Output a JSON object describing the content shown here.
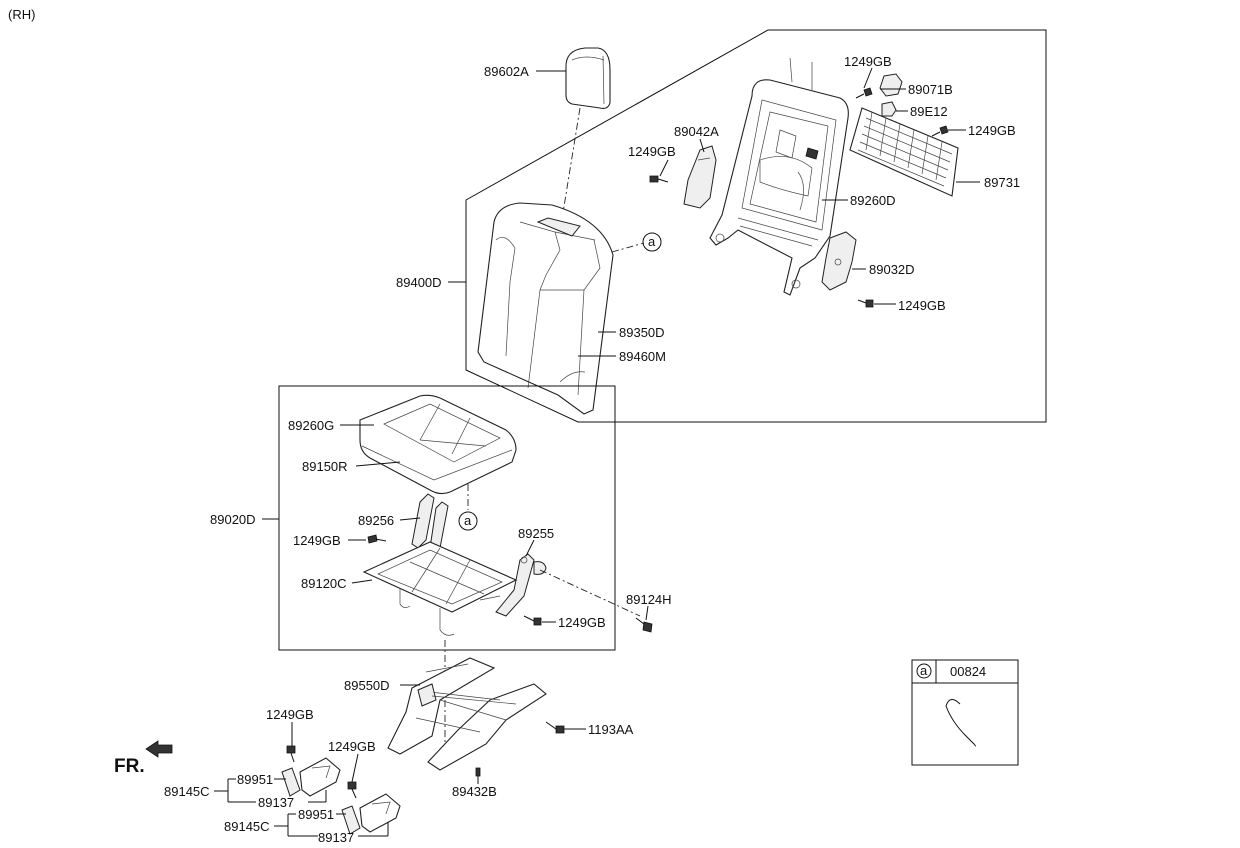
{
  "variant": "(RH)",
  "front_indicator": "FR.",
  "callout_symbol": "a",
  "legend": {
    "symbol": "a",
    "part_no": "00824"
  },
  "labels": {
    "headrest": "89602A",
    "back_assy": "89400D",
    "back_cover": "89350D",
    "back_pad": "89460M",
    "back_trim_l": "89042A",
    "bolt_back_l": "1249GB",
    "bolt_back_top": "1249GB",
    "latch_cover": "89071B",
    "latch_cap": "89E12",
    "bolt_board": "1249GB",
    "back_board": "89731",
    "back_frame": "89260D",
    "back_trim_r": "89032D",
    "bolt_back_r": "1249GB",
    "cushion_assy": "89020D",
    "cushion_cover": "89260G",
    "cushion_pad": "89150R",
    "link_l": "89256",
    "bolt_cushion_l": "1249GB",
    "cushion_frame": "89120C",
    "link_r": "89255",
    "bolt_cushion_r": "1249GB",
    "pin": "89124H",
    "rail_assy": "89550D",
    "bolt_rail": "1193AA",
    "clip": "89432B",
    "bolt_cover_1": "1249GB",
    "bolt_cover_2": "1249GB",
    "cover_a_part": "89951",
    "cover_a_assy": "89145C",
    "cover_a_base": "89137",
    "cover_b_part": "89951",
    "cover_b_assy": "89145C",
    "cover_b_base": "89137"
  }
}
